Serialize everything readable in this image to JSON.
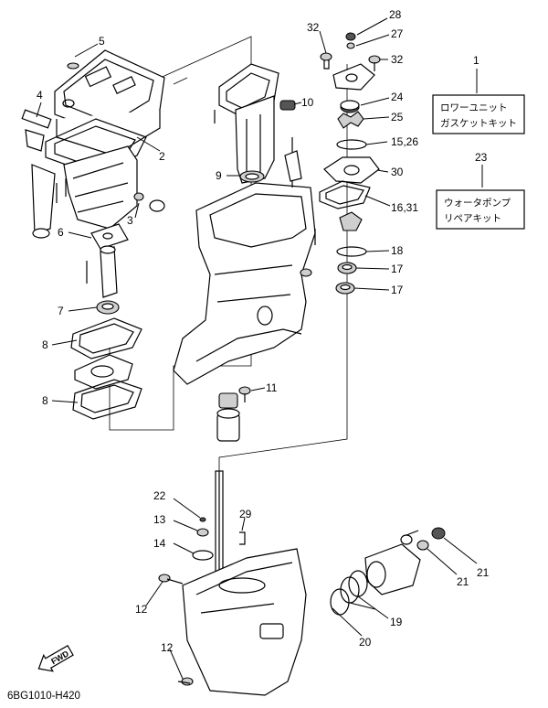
{
  "diagram_code": "6BG1010-H420",
  "fwd_label": "FWD",
  "kits": [
    {
      "number": "1",
      "line1": "ロワーユニット",
      "line2": "ガスケットキット"
    },
    {
      "number": "23",
      "line1": "ウォータポンプ",
      "line2": "リペアキット"
    }
  ],
  "part_labels": {
    "p2": "2",
    "p3": "3",
    "p4": "4",
    "p5": "5",
    "p6": "6",
    "p7": "7",
    "p8a": "8",
    "p8b": "8",
    "p9": "9",
    "p10": "10",
    "p11": "11",
    "p12a": "12",
    "p12b": "12",
    "p13": "13",
    "p14": "14",
    "p16_31": "16,31",
    "p15_26": "15,26",
    "p17a": "17",
    "p17b": "17",
    "p18": "18",
    "p19": "19",
    "p20": "20",
    "p21a": "21",
    "p21b": "21",
    "p22": "22",
    "p24": "24",
    "p25": "25",
    "p27": "27",
    "p28": "28",
    "p29": "29",
    "p30": "30",
    "p32a": "32",
    "p32b": "32"
  }
}
